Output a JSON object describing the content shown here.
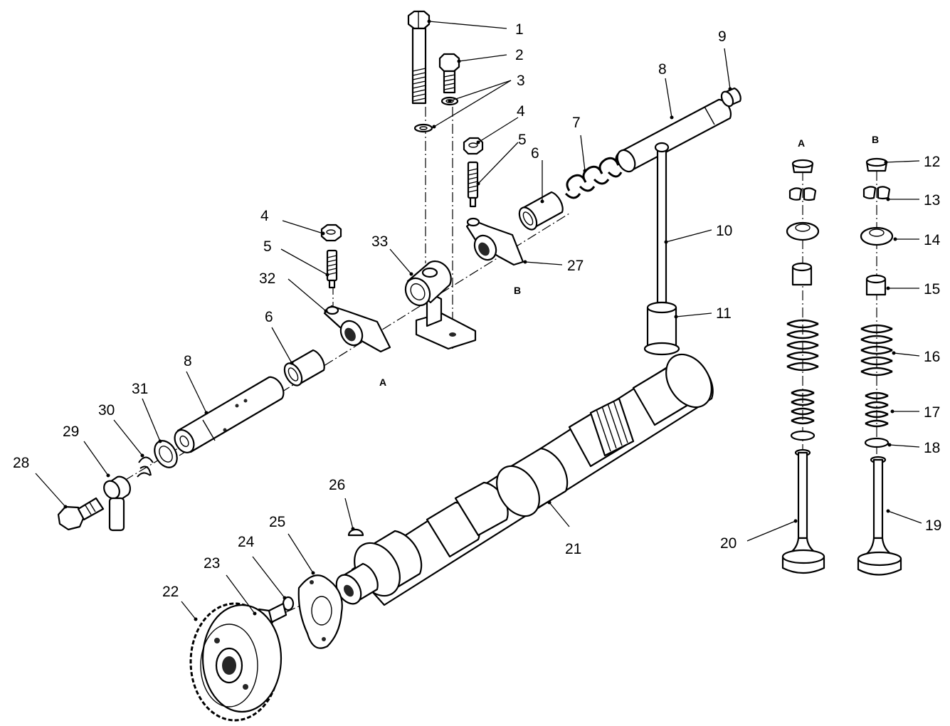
{
  "diagram": {
    "callouts": [
      {
        "id": "c1",
        "text": "1"
      },
      {
        "id": "c2",
        "text": "2"
      },
      {
        "id": "c3",
        "text": "3"
      },
      {
        "id": "c4a",
        "text": "4"
      },
      {
        "id": "c5a",
        "text": "5"
      },
      {
        "id": "c6a",
        "text": "6"
      },
      {
        "id": "c7",
        "text": "7"
      },
      {
        "id": "c8a",
        "text": "8"
      },
      {
        "id": "c9",
        "text": "9"
      },
      {
        "id": "c10",
        "text": "10"
      },
      {
        "id": "c11",
        "text": "11"
      },
      {
        "id": "c12",
        "text": "12"
      },
      {
        "id": "c13",
        "text": "13"
      },
      {
        "id": "c14",
        "text": "14"
      },
      {
        "id": "c15",
        "text": "15"
      },
      {
        "id": "c16",
        "text": "16"
      },
      {
        "id": "c17",
        "text": "17"
      },
      {
        "id": "c18",
        "text": "18"
      },
      {
        "id": "c19",
        "text": "19"
      },
      {
        "id": "c20",
        "text": "20"
      },
      {
        "id": "c21",
        "text": "21"
      },
      {
        "id": "c22",
        "text": "22"
      },
      {
        "id": "c23",
        "text": "23"
      },
      {
        "id": "c24",
        "text": "24"
      },
      {
        "id": "c25",
        "text": "25"
      },
      {
        "id": "c26",
        "text": "26"
      },
      {
        "id": "c27",
        "text": "27"
      },
      {
        "id": "c28",
        "text": "28"
      },
      {
        "id": "c29",
        "text": "29"
      },
      {
        "id": "c30",
        "text": "30"
      },
      {
        "id": "c31",
        "text": "31"
      },
      {
        "id": "c32",
        "text": "32"
      },
      {
        "id": "c33",
        "text": "33"
      },
      {
        "id": "c4b",
        "text": "4"
      },
      {
        "id": "c5b",
        "text": "5"
      },
      {
        "id": "c6b",
        "text": "6"
      },
      {
        "id": "c8b",
        "text": "8"
      }
    ],
    "refs": [
      {
        "id": "rA1",
        "text": "A"
      },
      {
        "id": "rB1",
        "text": "B"
      },
      {
        "id": "rA2",
        "text": "A"
      },
      {
        "id": "rB2",
        "text": "B"
      }
    ]
  }
}
